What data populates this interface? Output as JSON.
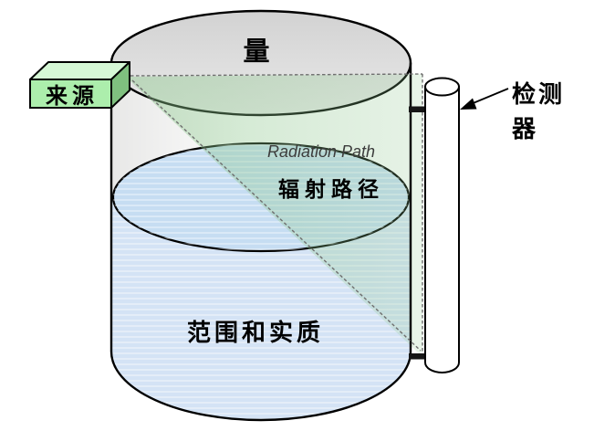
{
  "diagram": {
    "labels": {
      "quantity": "量",
      "source": "来源",
      "radiation_path_en": "Radiation Path",
      "radiation_path_zh": "辐射路径",
      "scope_and_substance": "范围和实质",
      "detector_line1": "检测",
      "detector_line2": "器"
    },
    "colors": {
      "tank_top_dark": "#d2d2d2",
      "tank_top_light": "#e9e9e9",
      "interior_left": "#e8e8e7",
      "interior_main": "#fdfdfd",
      "liquid_body": "#d4e3f5",
      "liquid_surface": "#c6ddf2",
      "beam_green": "#8cc88c",
      "source_front": "#aceeac",
      "source_top": "#d6f8d6",
      "source_side": "#7fc07f",
      "connector_bar": "#161616",
      "dashed_line": "#6f6f6f",
      "radiation_text": "#3c3c3c",
      "outline": "#000000",
      "detector_fill": "#ffffff"
    }
  }
}
